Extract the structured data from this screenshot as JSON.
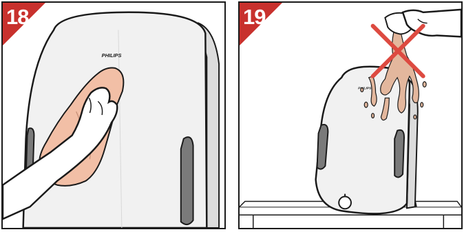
{
  "steps": [
    {
      "number": "18",
      "icon": "wipe-with-cloth"
    },
    {
      "number": "19",
      "icon": "no-liquid-pouring"
    }
  ],
  "device": {
    "brand": "PHILIPS"
  },
  "colors": {
    "badge": "#c8312d",
    "outline": "#1a1a1a",
    "device_body": "#f1f1f1",
    "cloth": "#f2bfa6",
    "liquid": "#e3b79d",
    "cross": "#dd4a40",
    "side_light": "#7a7a7a"
  }
}
